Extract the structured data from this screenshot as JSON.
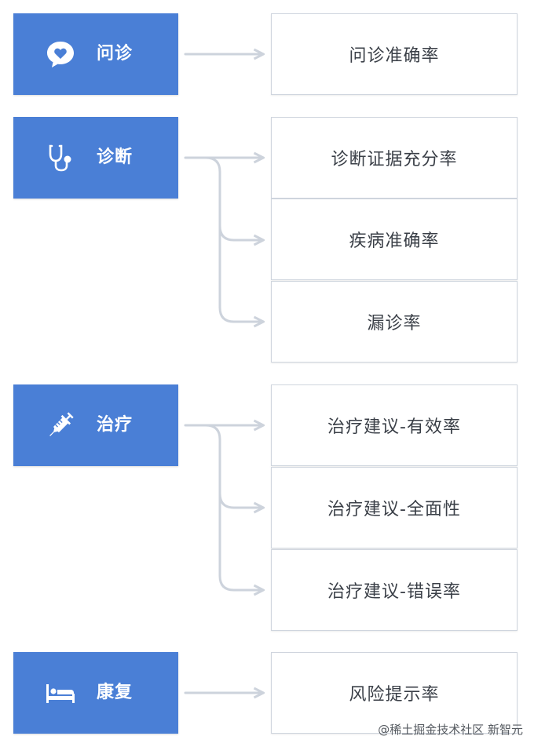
{
  "colors": {
    "category_fill": "#4a7fd6",
    "category_text": "#ffffff",
    "metric_border": "#cfd5de",
    "connector": "#cdd3dc"
  },
  "categories": [
    {
      "label": "问诊",
      "icon": "heart-chat-bubble-icon",
      "metrics": [
        "问诊准确率"
      ]
    },
    {
      "label": "诊断",
      "icon": "stethoscope-icon",
      "metrics": [
        "诊断证据充分率",
        "疾病准确率",
        "漏诊率"
      ]
    },
    {
      "label": "治疗",
      "icon": "syringe-icon",
      "metrics": [
        "治疗建议-有效率",
        "治疗建议-全面性",
        "治疗建议-错误率"
      ]
    },
    {
      "label": "康复",
      "icon": "bed-icon",
      "metrics": [
        "风险提示率"
      ]
    }
  ],
  "watermark": "@稀土掘金技术社区 新智元"
}
